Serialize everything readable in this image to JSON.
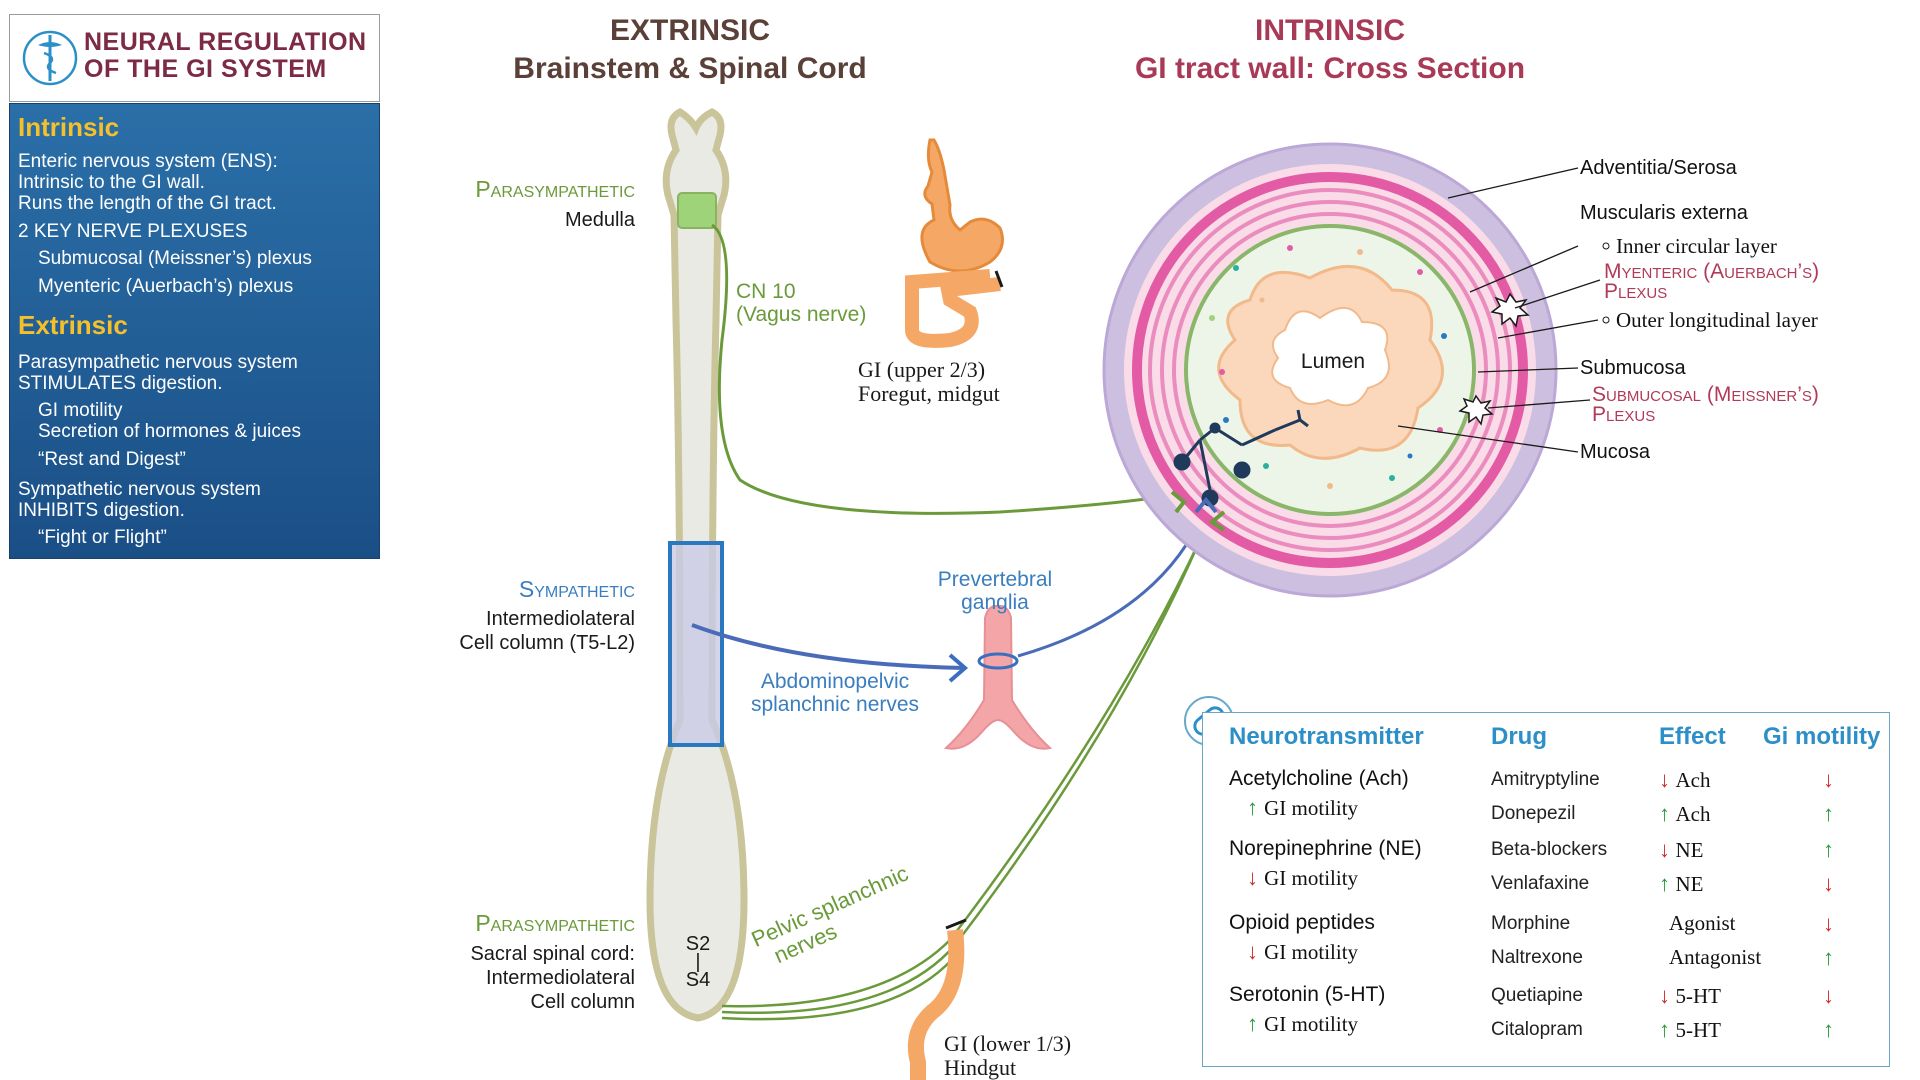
{
  "title": {
    "line1": "NEURAL REGULATION",
    "line2": "OF THE GI SYSTEM"
  },
  "colors": {
    "title": "#7d2a44",
    "infobox": "#1f5f98",
    "heading_yellow": "#f5c02a",
    "parasympathetic": "#6a9a3a",
    "sympathetic": "#3a7ec0",
    "plexus": "#b03a5a",
    "table_header": "#2d8fc8",
    "up": "#2a9a3a",
    "down": "#d02a2a"
  },
  "info": {
    "intrinsic_heading": "Intrinsic",
    "intrinsic_lines": [
      "Enteric nervous system (ENS):",
      "Intrinsic to the GI wall.",
      "Runs the length of the GI tract.",
      "2 KEY NERVE PLEXUSES"
    ],
    "intrinsic_sub": [
      "Submucosal (Meissner’s) plexus",
      "Myenteric (Auerbach’s) plexus"
    ],
    "extrinsic_heading": "Extrinsic",
    "para_lines": [
      "Parasympathetic nervous system",
      "STIMULATES digestion."
    ],
    "para_sub": [
      "GI motility",
      "Secretion of hormones & juices",
      "“Rest and Digest”"
    ],
    "symp_lines": [
      "Sympathetic nervous system",
      "INHIBITS digestion."
    ],
    "symp_sub": [
      "“Fight or Flight”"
    ]
  },
  "extrinsic_header": {
    "line1": "EXTRINSIC",
    "line2": "Brainstem & Spinal Cord"
  },
  "intrinsic_header": {
    "line1": "INTRINSIC",
    "line2": "GI tract wall: Cross Section"
  },
  "labels": {
    "para1": "Parasympathetic",
    "medulla": "Medulla",
    "cn10_1": "CN 10",
    "cn10_2": "(Vagus nerve)",
    "gi_upper_1": "GI (upper 2/3)",
    "gi_upper_2": "Foregut, midgut",
    "symp": "Sympathetic",
    "iml_1": "Intermediolateral",
    "iml_2": "Cell column (T5-L2)",
    "preverteb_1": "Prevertebral",
    "preverteb_2": "ganglia",
    "abdo_1": "Abdominopelvic",
    "abdo_2": "splanchnic nerves",
    "para2": "Parasympathetic",
    "sacral_1": "Sacral spinal cord:",
    "sacral_2": "Intermediolateral",
    "sacral_3": "Cell column",
    "s2": "S2",
    "s_sep": "|",
    "s4": "S4",
    "pelvic_1": "Pelvic splanchnic",
    "pelvic_2": "nerves",
    "gi_lower_1": "GI (lower 1/3)",
    "gi_lower_2": "Hindgut",
    "lumen": "Lumen"
  },
  "wall_labels": {
    "adventitia": "Adventitia/Serosa",
    "muscularis": "Muscularis externa",
    "inner": "Inner circular layer",
    "myenteric_1": "Myenteric (Auerbach’s)",
    "myenteric_2": "Plexus",
    "outer": "Outer longitudinal layer",
    "submucosa": "Submucosa",
    "submucosal_1": "Submucosal (Meissner’s)",
    "submucosal_2": "Plexus",
    "mucosa": "Mucosa"
  },
  "table": {
    "headers": {
      "nt": "Neurotransmitter",
      "drug": "Drug",
      "effect": "Effect",
      "motility": "Gi motility"
    },
    "groups": [
      {
        "name": "Acetylcholine (Ach)",
        "motility_dir": "up",
        "motility_text": "GI motility",
        "rows": [
          {
            "drug": "Amitryptyline",
            "eff_dir": "down",
            "eff": "Ach",
            "mot": "down"
          },
          {
            "drug": "Donepezil",
            "eff_dir": "up",
            "eff": "Ach",
            "mot": "up"
          }
        ]
      },
      {
        "name": "Norepinephrine (NE)",
        "motility_dir": "down",
        "motility_text": "GI motility",
        "rows": [
          {
            "drug": "Beta-blockers",
            "eff_dir": "down",
            "eff": "NE",
            "mot": "up"
          },
          {
            "drug": "Venlafaxine",
            "eff_dir": "up",
            "eff": "NE",
            "mot": "down"
          }
        ]
      },
      {
        "name": "Opioid peptides",
        "motility_dir": "down",
        "motility_text": "GI motility",
        "rows": [
          {
            "drug": "Morphine",
            "eff_dir": "",
            "eff": "Agonist",
            "mot": "down"
          },
          {
            "drug": "Naltrexone",
            "eff_dir": "",
            "eff": "Antagonist",
            "mot": "up"
          }
        ]
      },
      {
        "name": "Serotonin  (5-HT)",
        "motility_dir": "up",
        "motility_text": "GI motility",
        "rows": [
          {
            "drug": "Quetiapine",
            "eff_dir": "down",
            "eff": "5-HT",
            "mot": "down"
          },
          {
            "drug": "Citalopram",
            "eff_dir": "up",
            "eff": "5-HT",
            "mot": "up"
          }
        ]
      }
    ]
  }
}
